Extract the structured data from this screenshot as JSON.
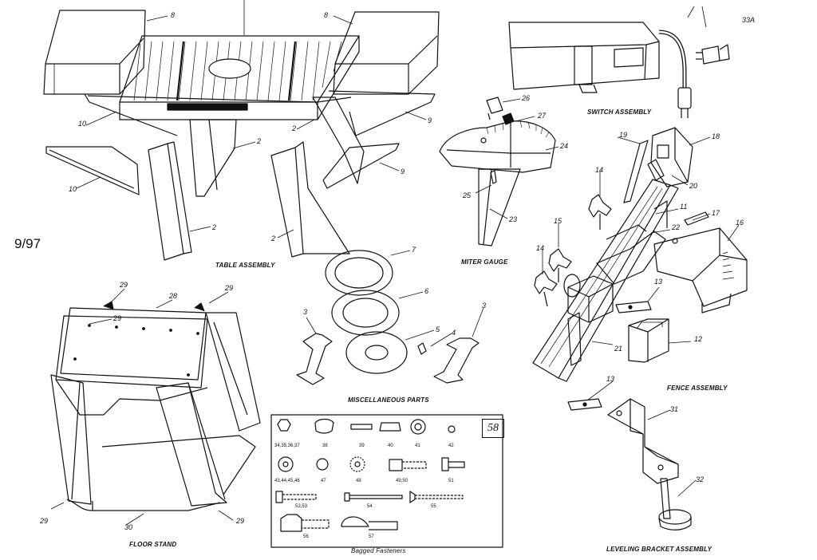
{
  "date_code": "9/97",
  "group_label": "58",
  "captions": {
    "table_assembly": "TABLE ASSEMBLY",
    "miter_gauge": "MITER GAUGE",
    "switch_assembly": "SWITCH ASSEMBLY",
    "fence_assembly": "FENCE ASSEMBLY",
    "miscellaneous_parts": "MISCELLANEOUS PARTS",
    "floor_stand": "FLOOR STAND",
    "leveling_bracket_assembly": "LEVELING BRACKET ASSEMBLY",
    "bagged_fasteners": "Bagged Fasteners"
  },
  "callouts": {
    "c8a": "8",
    "c8b": "8",
    "c10a": "10",
    "c10b": "10",
    "c2a": "2",
    "c2b": "2",
    "c2c": "2",
    "c2d": "2",
    "c9a": "9",
    "c9b": "9",
    "c26": "26",
    "c27": "27",
    "c24": "24",
    "c25": "25",
    "c23": "23",
    "c33a": "33A",
    "c19": "19",
    "c18": "18",
    "c20": "20",
    "c14a": "14",
    "c14b": "14",
    "c11": "11",
    "c17": "17",
    "c15": "15",
    "c22": "22",
    "c16": "16",
    "c13a": "13",
    "c13b": "13",
    "c12": "12",
    "c21": "21",
    "c7": "7",
    "c6": "6",
    "c5": "5",
    "c4": "4",
    "c3a": "3",
    "c3b": "3",
    "c29a": "29",
    "c29b": "29",
    "c29c": "29",
    "c28": "28",
    "c29d": "29",
    "c30": "30",
    "c31": "31",
    "c32": "32"
  },
  "fastener_labels": {
    "f1": "34,35,36,37",
    "f2": "38",
    "f3": "39",
    "f4": "40",
    "f5": "41",
    "f6": "42",
    "f7": "43,44,45,46",
    "f8": "47",
    "f9": "48",
    "f10": "49,50",
    "f11": "51",
    "f12": "52,53",
    "f13": "54",
    "f14": "55",
    "f15": "56",
    "f16": "57"
  }
}
